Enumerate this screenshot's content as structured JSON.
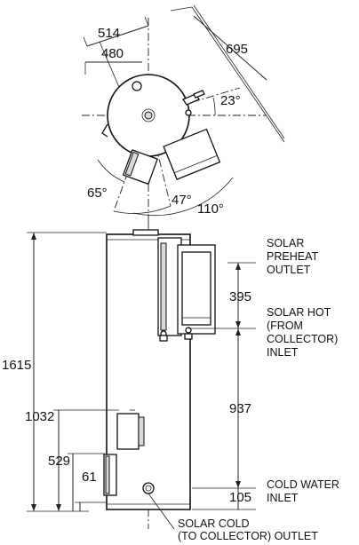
{
  "top_view": {
    "dim_514": "514",
    "dim_480": "480",
    "dim_695": "695",
    "angle_23": "23°",
    "angle_65": "65°",
    "angle_47": "47°",
    "angle_110": "110°"
  },
  "front_view": {
    "dim_1615": "1615",
    "dim_1032": "1032",
    "dim_529": "529",
    "dim_61": "61",
    "dim_395": "395",
    "dim_937": "937",
    "dim_105": "105"
  },
  "labels": {
    "solar_preheat_outlet": [
      "SOLAR",
      "PREHEAT",
      "OUTLET"
    ],
    "solar_hot_inlet": [
      "SOLAR HOT",
      "(FROM",
      "COLLECTOR)",
      "INLET"
    ],
    "cold_water_inlet": [
      "COLD WATER",
      "INLET"
    ],
    "solar_cold_outlet": [
      "SOLAR COLD",
      "(TO COLLECTOR) OUTLET"
    ]
  }
}
